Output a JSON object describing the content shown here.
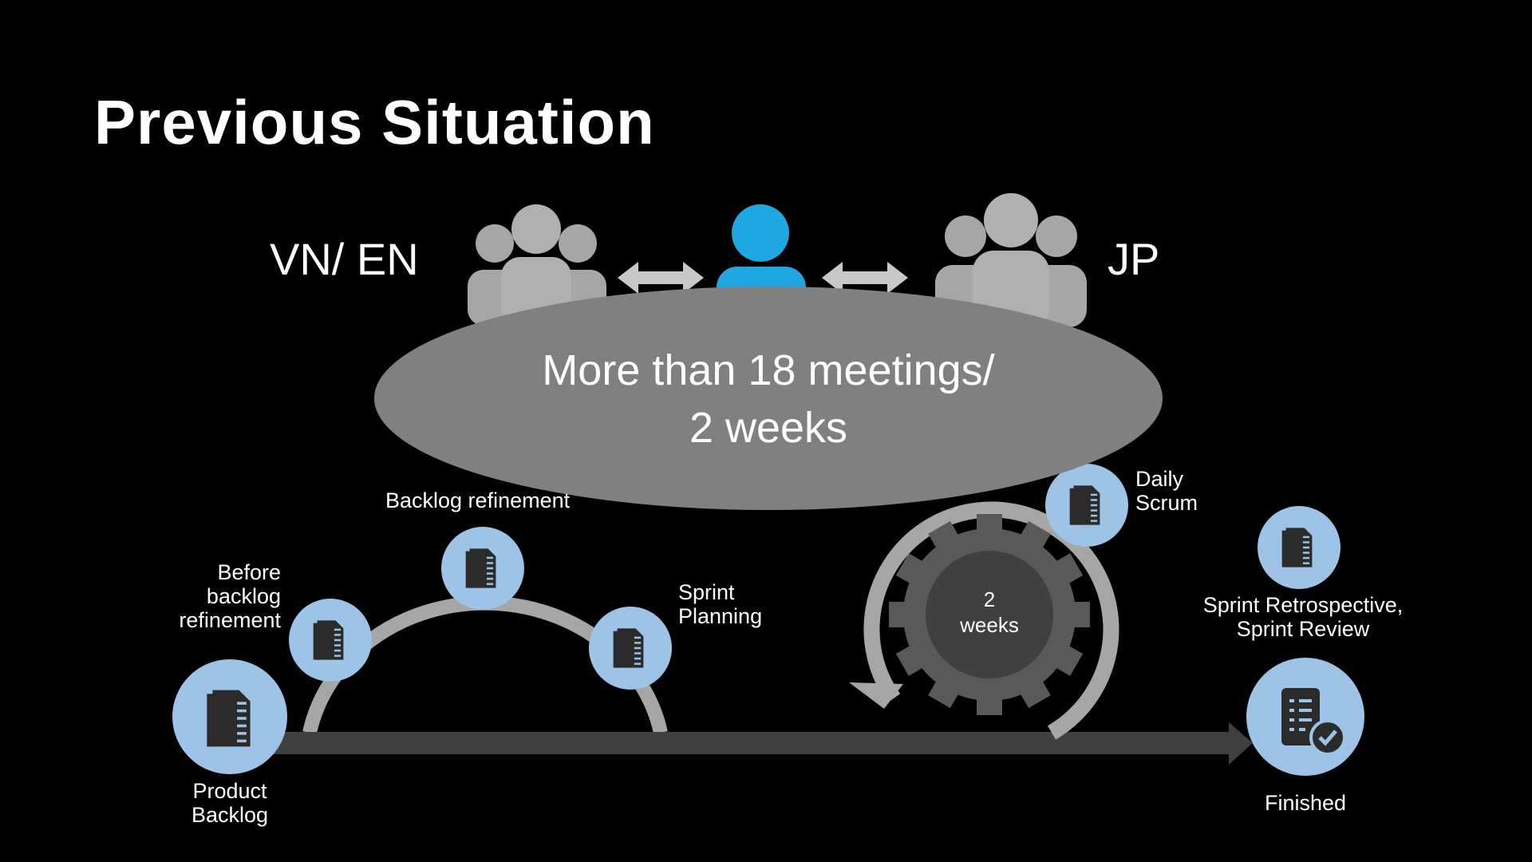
{
  "title": "Previous Situation",
  "languages": {
    "left": "VN/ EN",
    "right": "JP"
  },
  "callout": {
    "line1": "More than 18 meetings/",
    "line2": "2 weeks"
  },
  "stages": {
    "product_backlog": [
      "Product",
      "Backlog"
    ],
    "before_refinement": [
      "Before",
      "backlog",
      "refinement"
    ],
    "backlog_refinement": "Backlog refinement",
    "sprint_planning": [
      "Sprint",
      "Planning"
    ],
    "daily_scrum": [
      "Daily",
      "Scrum"
    ],
    "retro_review": [
      "Sprint Retrospective,",
      "Sprint Review"
    ],
    "finished": "Finished"
  },
  "sprint_cycle": {
    "line1": "2",
    "line2": "weeks"
  },
  "colors": {
    "background": "#000000",
    "node_fill": "#9dc3e6",
    "document_icon": "#2b2b2b",
    "callout_fill": "#808080",
    "arc": "#a6a6a6",
    "timeline": "#404040",
    "person_center": "#1ea7e1",
    "person_group": "#a6a6a6"
  },
  "icons": [
    "document-icon",
    "document-check-icon",
    "people-group-icon",
    "person-icon",
    "gear-icon",
    "double-arrow-icon"
  ]
}
